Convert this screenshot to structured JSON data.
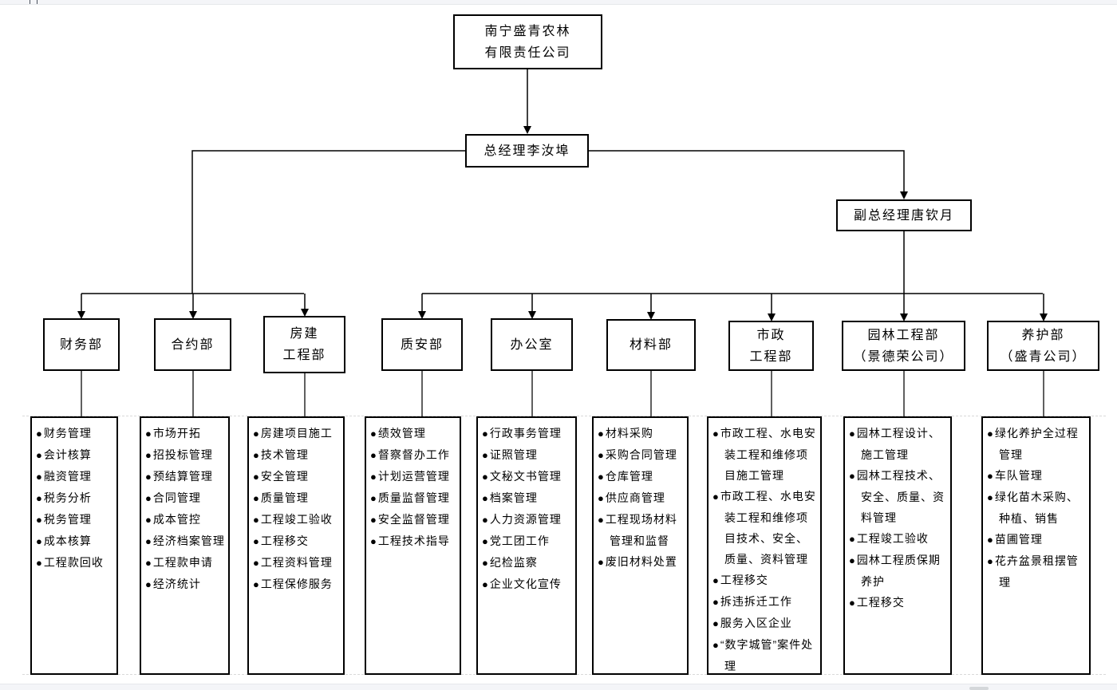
{
  "chart": {
    "root": {
      "line1": "南宁盛青农林",
      "line2": "有限责任公司"
    },
    "general_manager": "总经理李汝埠",
    "deputy_general_manager": "副总经理唐钦月",
    "bullet_char": "●",
    "departments": [
      {
        "id": "finance",
        "name_lines": [
          "财务部"
        ],
        "duties": [
          "财务管理",
          "会计核算",
          "融资管理",
          "税务分析",
          "税务管理",
          "成本核算",
          "工程款回收"
        ]
      },
      {
        "id": "contracts",
        "name_lines": [
          "合约部"
        ],
        "duties": [
          "市场开拓",
          "招投标管理",
          "预结算管理",
          "合同管理",
          "成本管控",
          "经济档案管理",
          "工程款申请",
          "经济统计"
        ]
      },
      {
        "id": "housing-construction",
        "name_lines": [
          "房建",
          "工程部"
        ],
        "duties": [
          "房建项目施工",
          "技术管理",
          "安全管理",
          "质量管理",
          "工程竣工验收",
          "工程移交",
          "工程资料管理",
          "工程保修服务"
        ]
      },
      {
        "id": "quality-safety",
        "name_lines": [
          "质安部"
        ],
        "duties": [
          "绩效管理",
          "督察督办工作",
          "计划运营管理",
          "质量监督管理",
          "安全监督管理",
          "工程技术指导"
        ]
      },
      {
        "id": "office",
        "name_lines": [
          "办公室"
        ],
        "duties": [
          "行政事务管理",
          "证照管理",
          "文秘文书管理",
          "档案管理",
          "人力资源管理",
          "党工团工作",
          "纪检监察",
          "企业文化宣传"
        ]
      },
      {
        "id": "materials",
        "name_lines": [
          "材料部"
        ],
        "duties": [
          "材料采购",
          "采购合同管理",
          "仓库管理",
          "供应商管理",
          "工程现场材料管理和监督",
          "废旧材料处置"
        ]
      },
      {
        "id": "municipal-engineering",
        "name_lines": [
          "市政",
          "工程部"
        ],
        "duties": [
          "市政工程、水电安装工程和维修项目施工管理",
          "市政工程、水电安装工程和维修项目技术、安全、质量、资料管理",
          "工程移交",
          "拆违拆迁工作",
          "服务入区企业",
          "“数字城管”案件处理"
        ]
      },
      {
        "id": "landscape-engineering",
        "name_lines": [
          "园林工程部",
          "（景德荣公司）"
        ],
        "duties": [
          "园林工程设计、施工管理",
          "园林工程技术、安全、质量、资料管理",
          "工程竣工验收",
          "园林工程质保期养护",
          "工程移交"
        ]
      },
      {
        "id": "maintenance",
        "name_lines": [
          "养护部",
          "（盛青公司）"
        ],
        "duties": [
          "绿化养护全过程管理",
          "车队管理",
          "绿化苗木采购、种植、销售",
          "苗圃管理",
          "花卉盆景租摆管理"
        ]
      }
    ],
    "colors": {
      "line": "#000000",
      "box_border": "#000000",
      "chrome_bar": "#f4f5f8",
      "scroll_thumb": "#d4d7da",
      "boundary_dash": "#d9d9d9"
    }
  }
}
